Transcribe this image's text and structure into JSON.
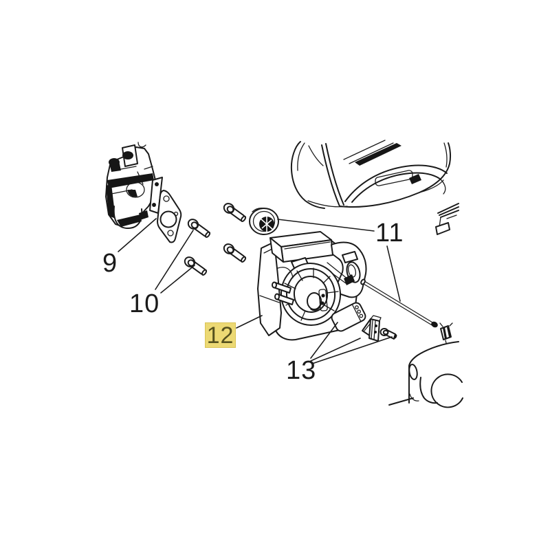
{
  "figure": {
    "type": "exploded-parts-diagram",
    "background_color": "#ffffff",
    "line_color": "#1a1a1a"
  },
  "callouts": [
    {
      "id": "9",
      "label": "9",
      "highlighted": false
    },
    {
      "id": "10",
      "label": "10",
      "highlighted": false
    },
    {
      "id": "11",
      "label": "11",
      "highlighted": false
    },
    {
      "id": "12",
      "label": "12",
      "highlighted": true
    },
    {
      "id": "13",
      "label": "13",
      "highlighted": false
    }
  ],
  "highlight": {
    "background_color": "#ecd974",
    "border_color": "#d9c355",
    "text_color": "#55511e"
  },
  "parts": [
    "carburetor-assembly",
    "intake-gasket",
    "mounting-bolts",
    "breather-grommet",
    "air-cleaner-base",
    "engine-cover",
    "side-rail-bracket",
    "breather-tube",
    "tube-end-clip",
    "element-plate",
    "element-bracket",
    "small-screw",
    "crankcase-outline"
  ]
}
